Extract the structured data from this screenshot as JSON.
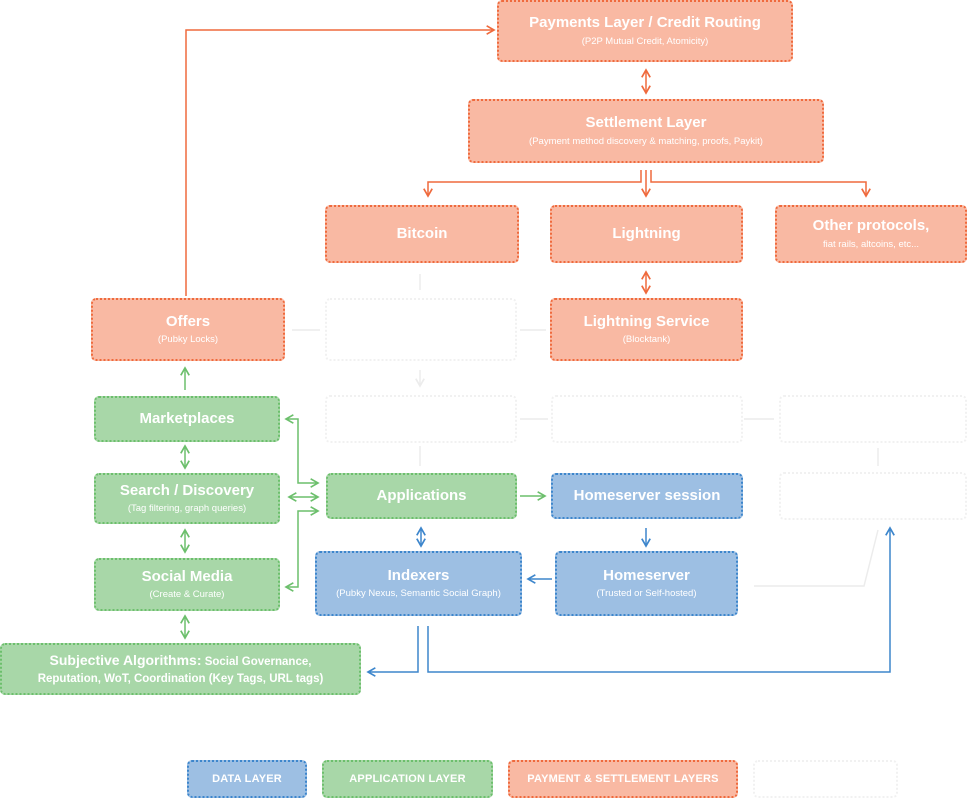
{
  "nodes": {
    "payments_layer": {
      "title": "Payments Layer / Credit Routing",
      "subtitle": "(P2P Mutual Credit, Atomicity)"
    },
    "settlement_layer": {
      "title": "Settlement Layer",
      "subtitle": "(Payment method discovery & matching, proofs, Paykit)"
    },
    "bitcoin": {
      "title": "Bitcoin"
    },
    "lightning": {
      "title": "Lightning"
    },
    "other_protocols": {
      "title": "Other protocols,",
      "subtitle": "fiat rails, altcoins, etc..."
    },
    "offers": {
      "title": "Offers",
      "subtitle": "(Pubky Locks)"
    },
    "lightning_service": {
      "title": "Lightning Service",
      "subtitle": "(Blocktank)"
    },
    "marketplaces": {
      "title": "Marketplaces"
    },
    "search_discovery": {
      "title": "Search / Discovery",
      "subtitle": "(Tag filtering, graph queries)"
    },
    "social_media": {
      "title": "Social Media",
      "subtitle": "(Create & Curate)"
    },
    "applications": {
      "title": "Applications"
    },
    "homeserver_session": {
      "title": "Homeserver session"
    },
    "indexers": {
      "title": "Indexers",
      "subtitle": "(Pubky Nexus, Semantic Social Graph)"
    },
    "homeserver": {
      "title": "Homeserver",
      "subtitle": "(Trusted or Self-hosted)"
    },
    "subjective_algorithms": {
      "title": "Subjective Algorithms:",
      "title_rest": " Social Governance,",
      "line2": "Reputation, WoT, Coordination (Key Tags, URL tags)"
    }
  },
  "legend": {
    "data": "DATA LAYER",
    "application": "APPLICATION LAYER",
    "payment": "PAYMENT & SETTLEMENT LAYERS"
  },
  "colors": {
    "payment_fill": "#f9b9a3",
    "payment_stroke": "#ef6a3d",
    "application_fill": "#a8d7a8",
    "application_stroke": "#6cbf6c",
    "data_fill": "#9dbfe3",
    "data_stroke": "#3d86cc"
  }
}
